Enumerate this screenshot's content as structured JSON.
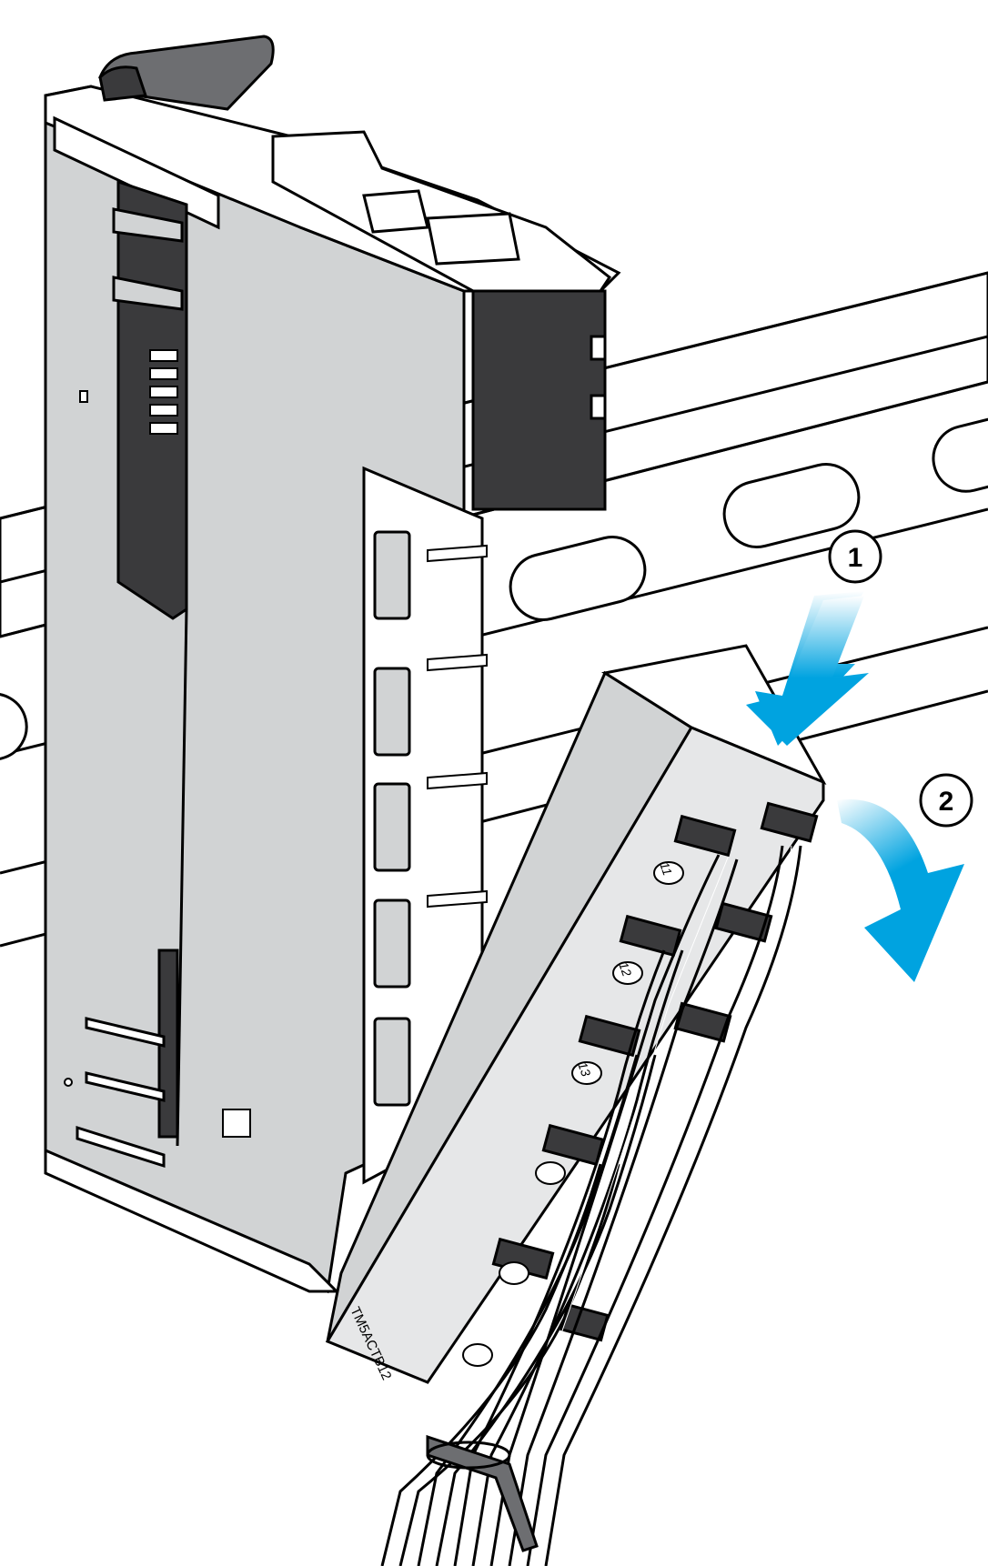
{
  "figure": {
    "description": "Installation diagram: removing a terminal block from an I/O module mounted on a DIN rail",
    "module_label": "TM5ACTB12",
    "steps": [
      {
        "number": "1",
        "action": "Press the terminal block release latch (straight arrow down)"
      },
      {
        "number": "2",
        "action": "Rotate the terminal block down and away from the module (curved arrow)"
      }
    ],
    "terminal_numbers": [
      "11",
      "12",
      "13"
    ],
    "colors": {
      "module_body": "#d1d3d4",
      "dark_parts": "#3a3a3c",
      "outline": "#000000",
      "arrow_top": "#ffffff",
      "arrow_bottom": "#00a3e0",
      "background": "#ffffff"
    }
  }
}
